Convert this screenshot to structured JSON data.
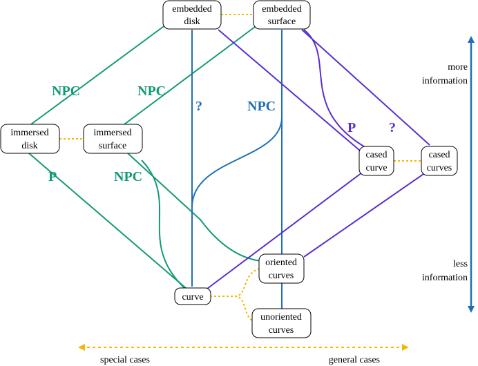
{
  "colors": {
    "green": "#129a76",
    "blue": "#1f6fb4",
    "purple": "#5a2ed2",
    "yellow": "#f2b800",
    "arrow_blue": "#1f6fb4"
  },
  "nodes": {
    "embedded_disk": [
      "embedded",
      "disk"
    ],
    "embedded_surface": [
      "embedded",
      "surface"
    ],
    "immersed_disk": [
      "immersed",
      "disk"
    ],
    "immersed_surface": [
      "immersed",
      "surface"
    ],
    "cased_curve": [
      "cased",
      "curve"
    ],
    "cased_curves": [
      "cased",
      "curves"
    ],
    "curve": [
      "curve"
    ],
    "oriented_curves": [
      "oriented",
      "curves"
    ],
    "unoriented_curves": [
      "unoriented",
      "curves"
    ]
  },
  "edge_labels": {
    "npc_left": "NPC",
    "npc_mid": "NPC",
    "q_blue": "?",
    "npc_blue": "NPC",
    "p_purple": "P",
    "q_purple": "?",
    "p_green": "P",
    "npc_lower": "NPC"
  },
  "side": {
    "more": [
      "more",
      "information"
    ],
    "less": [
      "less",
      "information"
    ],
    "special": "special cases",
    "general": "general cases"
  }
}
